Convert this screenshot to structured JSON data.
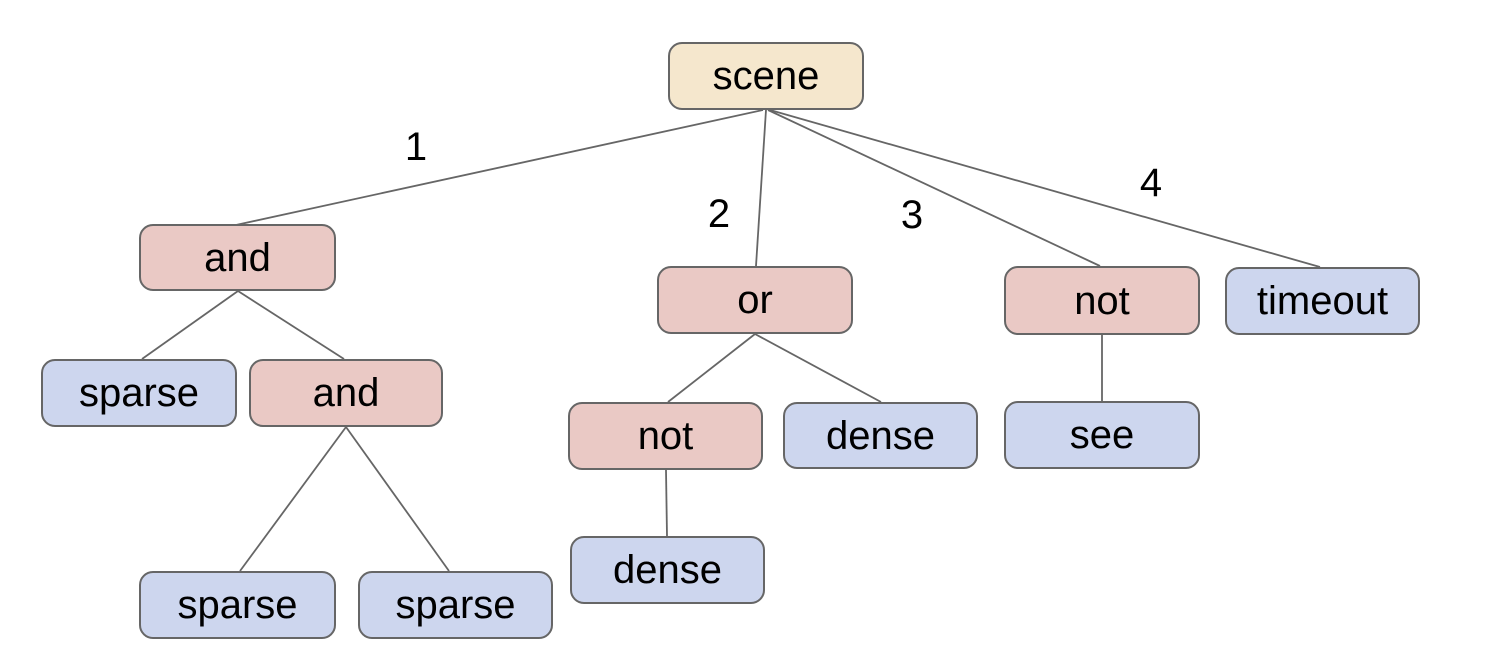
{
  "diagram": {
    "type": "tree",
    "background": "#ffffff",
    "colors": {
      "root_fill": "#f5e7cd",
      "operator_fill": "#eac9c5",
      "leaf_fill": "#cdd6ee",
      "node_border": "#666666",
      "edge_line": "#666666",
      "text": "#000000"
    },
    "nodes": [
      {
        "id": "scene",
        "label": "scene",
        "kind": "root"
      },
      {
        "id": "and-1",
        "label": "and",
        "kind": "operator"
      },
      {
        "id": "sparse-1",
        "label": "sparse",
        "kind": "leaf"
      },
      {
        "id": "and-2",
        "label": "and",
        "kind": "operator"
      },
      {
        "id": "sparse-2",
        "label": "sparse",
        "kind": "leaf"
      },
      {
        "id": "sparse-3",
        "label": "sparse",
        "kind": "leaf"
      },
      {
        "id": "or",
        "label": "or",
        "kind": "operator"
      },
      {
        "id": "not-1",
        "label": "not",
        "kind": "operator"
      },
      {
        "id": "dense-1",
        "label": "dense",
        "kind": "leaf"
      },
      {
        "id": "dense-2",
        "label": "dense",
        "kind": "leaf"
      },
      {
        "id": "not-2",
        "label": "not",
        "kind": "operator"
      },
      {
        "id": "see",
        "label": "see",
        "kind": "leaf"
      },
      {
        "id": "timeout",
        "label": "timeout",
        "kind": "leaf"
      }
    ],
    "edges": [
      {
        "from": "scene",
        "to": "and-1",
        "label": "1"
      },
      {
        "from": "scene",
        "to": "or",
        "label": "2"
      },
      {
        "from": "scene",
        "to": "not-2",
        "label": "3"
      },
      {
        "from": "scene",
        "to": "timeout",
        "label": "4"
      },
      {
        "from": "and-1",
        "to": "sparse-1",
        "label": ""
      },
      {
        "from": "and-1",
        "to": "and-2",
        "label": ""
      },
      {
        "from": "and-2",
        "to": "sparse-2",
        "label": ""
      },
      {
        "from": "and-2",
        "to": "sparse-3",
        "label": ""
      },
      {
        "from": "or",
        "to": "not-1",
        "label": ""
      },
      {
        "from": "or",
        "to": "dense-1",
        "label": ""
      },
      {
        "from": "not-1",
        "to": "dense-2",
        "label": ""
      },
      {
        "from": "not-2",
        "to": "see",
        "label": ""
      }
    ]
  }
}
